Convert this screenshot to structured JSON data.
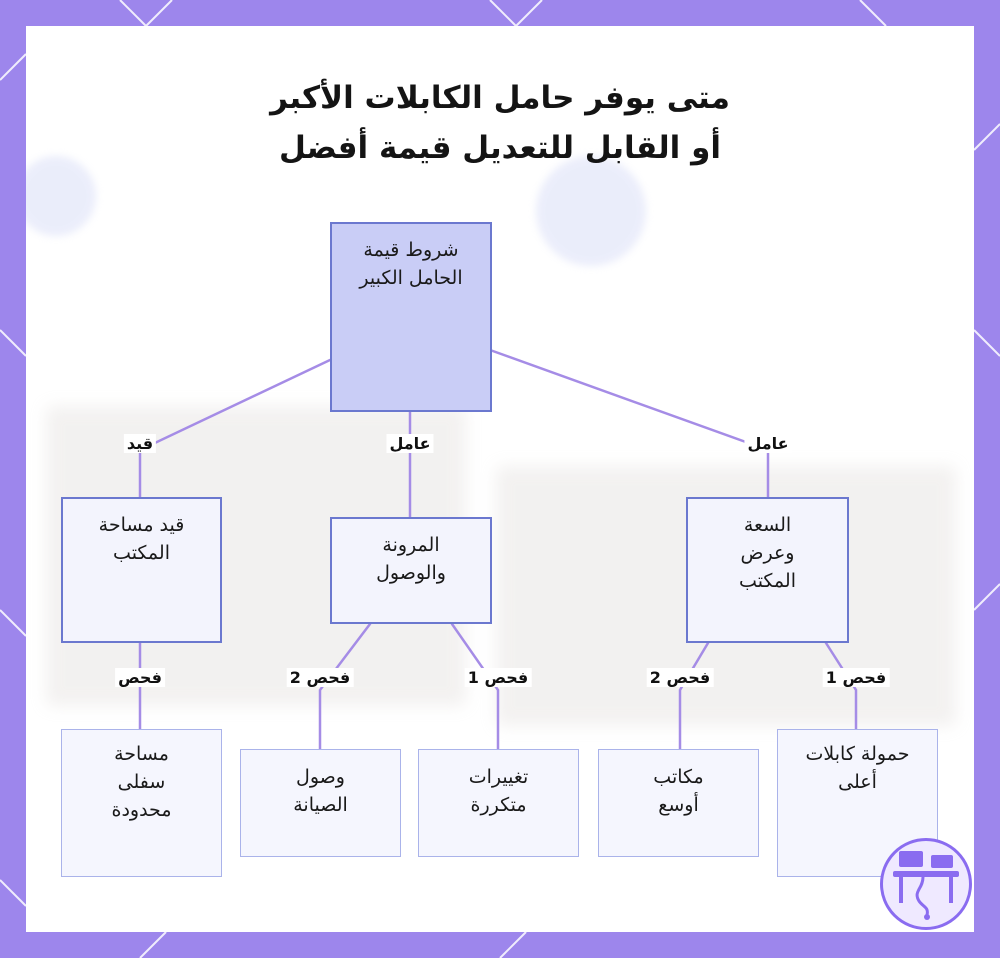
{
  "title": {
    "line1": "متى يوفر حامل الكابلات الأكبر",
    "line2": "أو القابل للتعديل قيمة أفضل"
  },
  "nodes": {
    "root": "شروط قيمة الحامل الكبير",
    "capacity": "السعة وعرض المكتب",
    "flexibility": "المرونة والوصول",
    "space": "قيد مساحة المكتب",
    "higher_load": "حمولة كابلات أعلى",
    "wider_desks": "مكاتب أوسع",
    "frequent_changes": "تغييرات متكررة",
    "maintenance_access": "وصول الصيانة",
    "limited_space": "مساحة سفلى محدودة"
  },
  "edges": {
    "root_capacity": "عامل",
    "root_flexibility": "عامل",
    "root_space": "قيد",
    "capacity_higher_load": "فحص 1",
    "capacity_wider_desks": "فحص 2",
    "flexibility_frequent_changes": "فحص 1",
    "flexibility_maintenance_access": "فحص 2",
    "space_limited_space": "فحص"
  },
  "colors": {
    "frame": "#9d86ec",
    "node_border": "#6b78cf",
    "leaf_border": "#aab3ea",
    "root_fill": "#c9cdf6",
    "node_fill": "#f3f4fd",
    "connector": "#a58ce6"
  },
  "icons": {
    "logo": "desk-cable-logo-icon"
  }
}
